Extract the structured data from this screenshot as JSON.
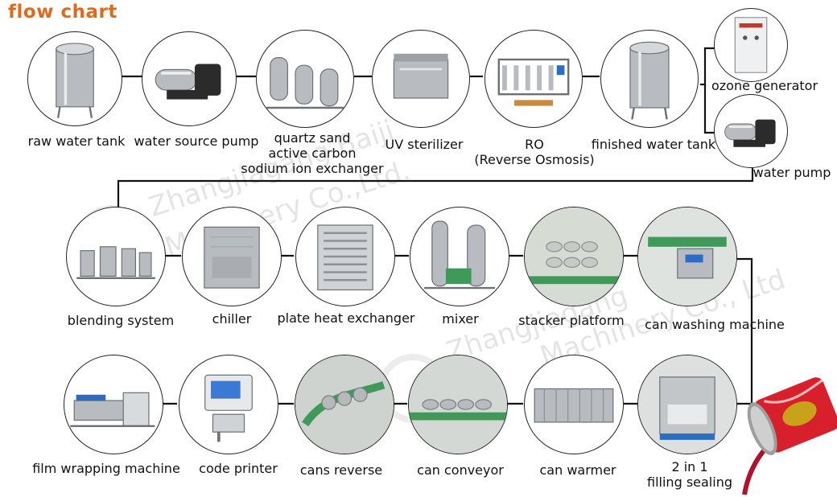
{
  "title": "flow chart",
  "nodes": [
    {
      "id": "raw-water-tank",
      "lines": [
        "raw water tank"
      ],
      "icon": "tank"
    },
    {
      "id": "water-source-pump",
      "lines": [
        "water source pump"
      ],
      "icon": "pump"
    },
    {
      "id": "sand-carbon-filters",
      "lines": [
        "quartz sand",
        "active carbon",
        "sodium ion exchanger"
      ],
      "icon": "filters"
    },
    {
      "id": "uv-sterilizer",
      "lines": [
        "UV sterilizer"
      ],
      "icon": "uv"
    },
    {
      "id": "ro",
      "lines": [
        "RO",
        "(Reverse Osmosis)"
      ],
      "icon": "ro"
    },
    {
      "id": "finished-water-tank",
      "lines": [
        "finished water tank"
      ],
      "icon": "tank"
    },
    {
      "id": "ozone-generator",
      "lines": [
        "ozone generator"
      ],
      "icon": "ozone"
    },
    {
      "id": "water-pump",
      "lines": [
        "water pump"
      ],
      "icon": "pump"
    },
    {
      "id": "blending-system",
      "lines": [
        "blending system"
      ],
      "icon": "blending"
    },
    {
      "id": "chiller",
      "lines": [
        "chiller"
      ],
      "icon": "chiller"
    },
    {
      "id": "plate-heat-exchanger",
      "lines": [
        "plate heat exchanger"
      ],
      "icon": "plate"
    },
    {
      "id": "mixer",
      "lines": [
        "mixer"
      ],
      "icon": "mixer"
    },
    {
      "id": "stacker-platform",
      "lines": [
        "stacker platform"
      ],
      "icon": "stacker"
    },
    {
      "id": "can-washing-machine",
      "lines": [
        "can washing machine"
      ],
      "icon": "washing"
    },
    {
      "id": "film-wrapping-machine",
      "lines": [
        "film wrapping machine"
      ],
      "icon": "wrapping"
    },
    {
      "id": "code-printer",
      "lines": [
        "code printer"
      ],
      "icon": "printer"
    },
    {
      "id": "cans-reverse",
      "lines": [
        "cans reverse"
      ],
      "icon": "reverse"
    },
    {
      "id": "can-conveyor",
      "lines": [
        "can conveyor"
      ],
      "icon": "conveyor"
    },
    {
      "id": "can-warmer",
      "lines": [
        "can warmer"
      ],
      "icon": "warmer"
    },
    {
      "id": "filling-sealing",
      "lines": [
        "2 in 1",
        "filling sealing"
      ],
      "icon": "filler"
    }
  ],
  "colors": {
    "title": "#e06a1c",
    "steel": "#b8bcc0",
    "line": "#111111"
  }
}
